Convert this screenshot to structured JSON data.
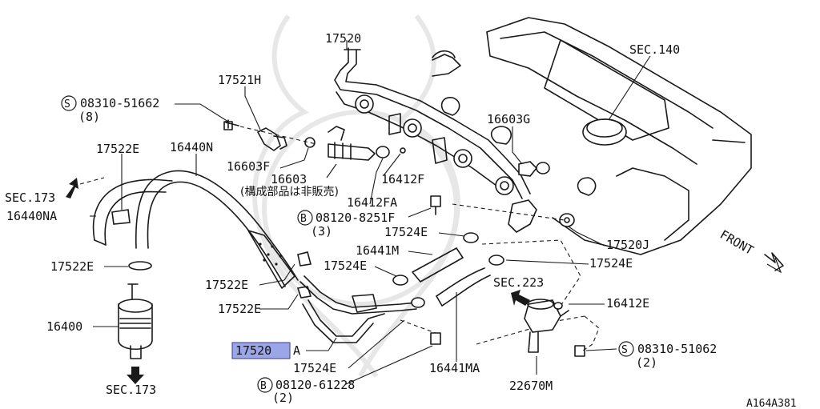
{
  "diagram": {
    "id": "A164A381",
    "labels": {
      "fuel_rail_top": "17520",
      "sec_140": "SEC.140",
      "bolt_08310_51662": "08310-51662",
      "bolt_08310_51662_qty": "(8)",
      "damper_17521h": "17521H",
      "oring_16603g": "16603G",
      "clamp_17522e_top": "17522E",
      "hose_16440n": "16440N",
      "sec_173_left": "SEC.173",
      "hose_16440na": "16440NA",
      "oring_16603f": "16603F",
      "injector_16603": "16603",
      "injector_note": "(構成部品は非販売)",
      "seal_16412f": "16412F",
      "seal_16412fa": "16412FA",
      "bolt_08120_8251f": "08120-8251F",
      "bolt_08120_8251f_qty": "(3)",
      "spacer_17520j": "17520J",
      "front": "FRONT",
      "clamp_17524e_a": "17524E",
      "hose_16441m": "16441M",
      "clamp_17524e_b": "17524E",
      "clamp_17524e_c": "17524E",
      "clamp_17522e_mid": "17522E",
      "clamp_17522e_b": "17522E",
      "clamp_17522e_c": "17522E",
      "sec_223": "SEC.223",
      "oring_16412e": "16412E",
      "filter_16400": "16400",
      "pipe_17520a_num": "17520",
      "pipe_17520a_suffix": "A",
      "bolt_08310_51062": "08310-51062",
      "bolt_08310_51062_qty": "(2)",
      "clamp_17524e_d": "17524E",
      "hose_16441ma": "16441MA",
      "bolt_08120_61228": "08120-61228",
      "bolt_08120_61228_qty": "(2)",
      "regulator_22670m": "22670M",
      "sec_173_bottom": "SEC.173",
      "circle_s": "S",
      "circle_b": "B"
    }
  }
}
